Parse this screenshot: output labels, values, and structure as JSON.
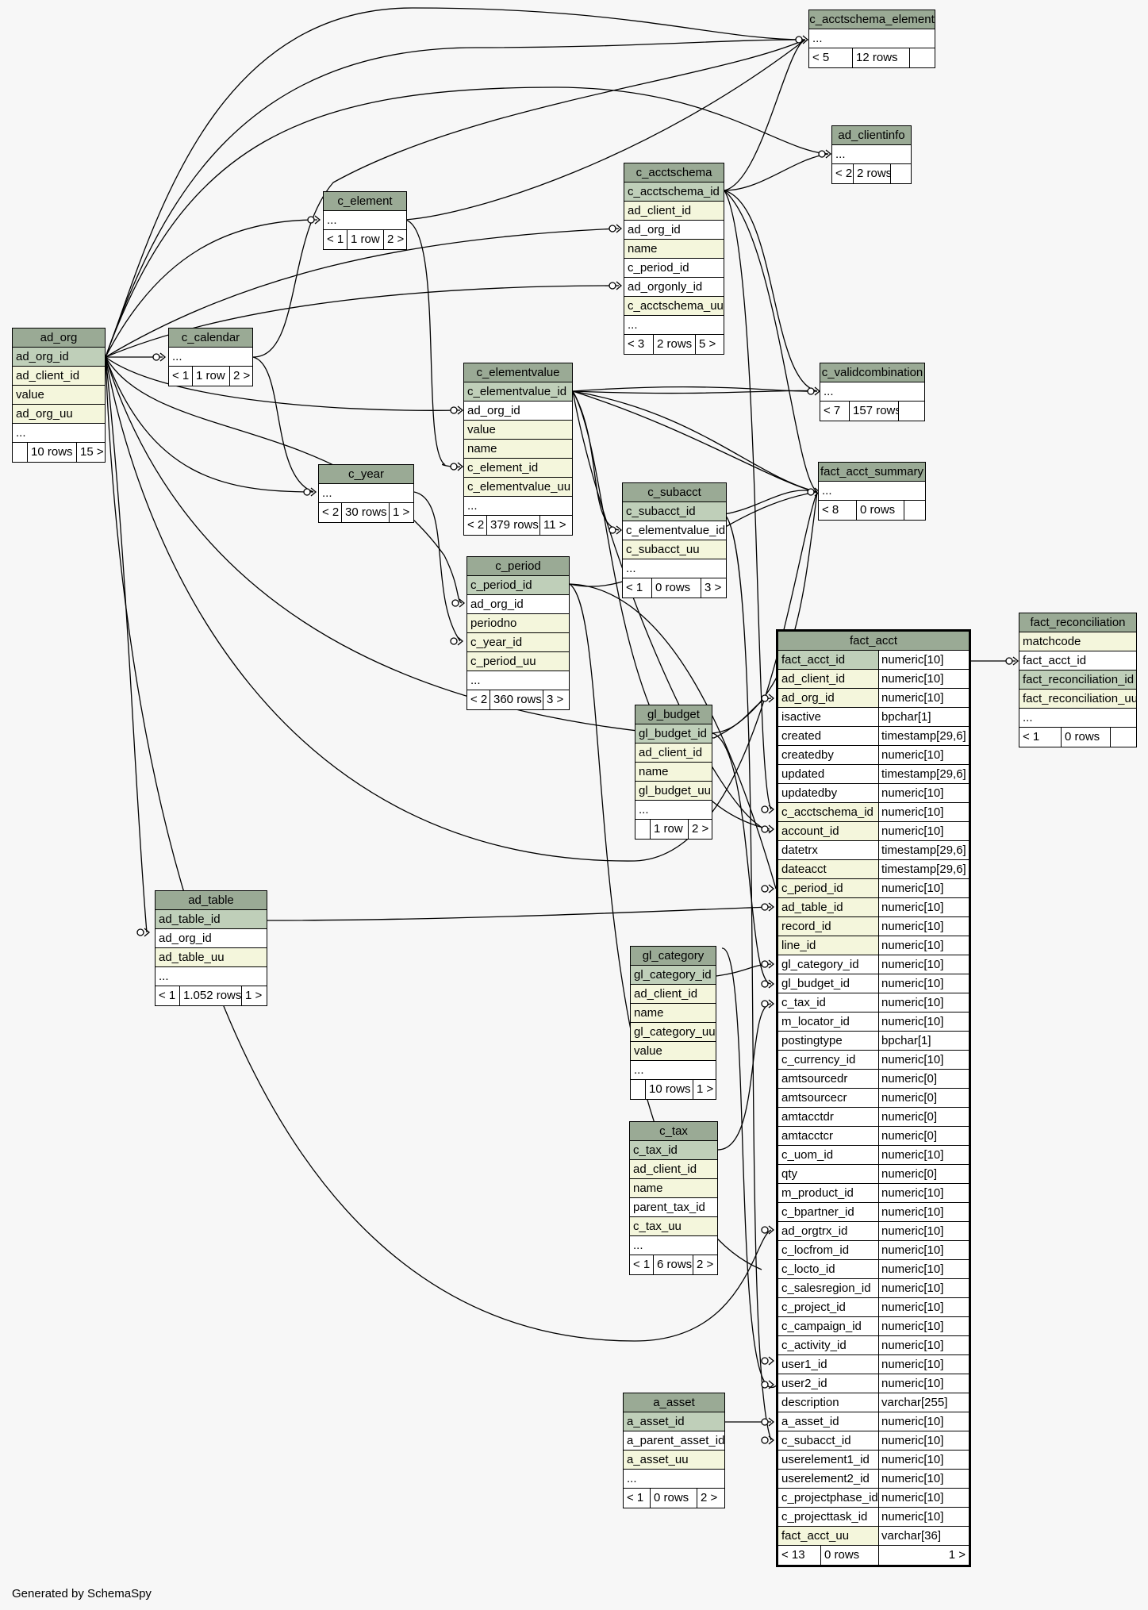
{
  "footer": "Generated by SchemaSpy",
  "colors": {
    "header": "#9aaa95",
    "pk": "#bfcfb9",
    "indexed": "#f4f6dc",
    "plain": "#ffffff",
    "background": "#f7f7f7"
  },
  "tables": {
    "c_acctschema_element": {
      "title": "c_acctschema_element",
      "rows": [
        "..."
      ],
      "footer": [
        "< 5",
        "12 rows",
        ""
      ]
    },
    "ad_clientinfo": {
      "title": "ad_clientinfo",
      "rows": [
        "..."
      ],
      "footer": [
        "< 2",
        "2 rows",
        ""
      ]
    },
    "c_acctschema": {
      "title": "c_acctschema",
      "rows": [
        "c_acctschema_id",
        "ad_client_id",
        "ad_org_id",
        "name",
        "c_period_id",
        "ad_orgonly_id",
        "c_acctschema_uu",
        "..."
      ],
      "footer": [
        "< 3",
        "2 rows",
        "5 >"
      ]
    },
    "c_element": {
      "title": "c_element",
      "rows": [
        "..."
      ],
      "footer": [
        "< 1",
        "1 row",
        "2 >"
      ]
    },
    "ad_org": {
      "title": "ad_org",
      "rows": [
        "ad_org_id",
        "ad_client_id",
        "value",
        "ad_org_uu",
        "..."
      ],
      "footer": [
        "",
        "10 rows",
        "15 >"
      ]
    },
    "c_calendar": {
      "title": "c_calendar",
      "rows": [
        "..."
      ],
      "footer": [
        "< 1",
        "1 row",
        "2 >"
      ]
    },
    "c_elementvalue": {
      "title": "c_elementvalue",
      "rows": [
        "c_elementvalue_id",
        "ad_org_id",
        "value",
        "name",
        "c_element_id",
        "c_elementvalue_uu",
        "..."
      ],
      "footer": [
        "< 2",
        "379 rows",
        "11 >"
      ]
    },
    "c_validcombination": {
      "title": "c_validcombination",
      "rows": [
        "..."
      ],
      "footer": [
        "< 7",
        "157 rows",
        ""
      ]
    },
    "fact_acct_summary": {
      "title": "fact_acct_summary",
      "rows": [
        "..."
      ],
      "footer": [
        "< 8",
        "0 rows",
        ""
      ]
    },
    "c_year": {
      "title": "c_year",
      "rows": [
        "..."
      ],
      "footer": [
        "< 2",
        "30 rows",
        "1 >"
      ]
    },
    "c_subacct": {
      "title": "c_subacct",
      "rows": [
        "c_subacct_id",
        "c_elementvalue_id",
        "c_subacct_uu",
        "..."
      ],
      "footer": [
        "< 1",
        "0 rows",
        "3 >"
      ]
    },
    "c_period": {
      "title": "c_period",
      "rows": [
        "c_period_id",
        "ad_org_id",
        "periodno",
        "c_year_id",
        "c_period_uu",
        "..."
      ],
      "footer": [
        "< 2",
        "360 rows",
        "3 >"
      ]
    },
    "gl_budget": {
      "title": "gl_budget",
      "rows": [
        "gl_budget_id",
        "ad_client_id",
        "name",
        "gl_budget_uu",
        "..."
      ],
      "footer": [
        "",
        "1 row",
        "2 >"
      ]
    },
    "fact_reconciliation": {
      "title": "fact_reconciliation",
      "rows": [
        "matchcode",
        "fact_acct_id",
        "fact_reconciliation_id",
        "fact_reconciliation_uu",
        "..."
      ],
      "footer": [
        "< 1",
        "0 rows",
        ""
      ]
    },
    "ad_table": {
      "title": "ad_table",
      "rows": [
        "ad_table_id",
        "ad_org_id",
        "ad_table_uu",
        "..."
      ],
      "footer": [
        "< 1",
        "1.052 rows",
        "1 >"
      ]
    },
    "gl_category": {
      "title": "gl_category",
      "rows": [
        "gl_category_id",
        "ad_client_id",
        "name",
        "gl_category_uu",
        "value",
        "..."
      ],
      "footer": [
        "",
        "10 rows",
        "1 >"
      ]
    },
    "c_tax": {
      "title": "c_tax",
      "rows": [
        "c_tax_id",
        "ad_client_id",
        "name",
        "parent_tax_id",
        "c_tax_uu",
        "..."
      ],
      "footer": [
        "< 1",
        "6 rows",
        "2 >"
      ]
    },
    "a_asset": {
      "title": "a_asset",
      "rows": [
        "a_asset_id",
        "a_parent_asset_id",
        "a_asset_uu",
        "..."
      ],
      "footer": [
        "< 1",
        "0 rows",
        "2 >"
      ]
    },
    "fact_acct": {
      "title": "fact_acct",
      "rows": [
        [
          "fact_acct_id",
          "numeric[10]"
        ],
        [
          "ad_client_id",
          "numeric[10]"
        ],
        [
          "ad_org_id",
          "numeric[10]"
        ],
        [
          "isactive",
          "bpchar[1]"
        ],
        [
          "created",
          "timestamp[29,6]"
        ],
        [
          "createdby",
          "numeric[10]"
        ],
        [
          "updated",
          "timestamp[29,6]"
        ],
        [
          "updatedby",
          "numeric[10]"
        ],
        [
          "c_acctschema_id",
          "numeric[10]"
        ],
        [
          "account_id",
          "numeric[10]"
        ],
        [
          "datetrx",
          "timestamp[29,6]"
        ],
        [
          "dateacct",
          "timestamp[29,6]"
        ],
        [
          "c_period_id",
          "numeric[10]"
        ],
        [
          "ad_table_id",
          "numeric[10]"
        ],
        [
          "record_id",
          "numeric[10]"
        ],
        [
          "line_id",
          "numeric[10]"
        ],
        [
          "gl_category_id",
          "numeric[10]"
        ],
        [
          "gl_budget_id",
          "numeric[10]"
        ],
        [
          "c_tax_id",
          "numeric[10]"
        ],
        [
          "m_locator_id",
          "numeric[10]"
        ],
        [
          "postingtype",
          "bpchar[1]"
        ],
        [
          "c_currency_id",
          "numeric[10]"
        ],
        [
          "amtsourcedr",
          "numeric[0]"
        ],
        [
          "amtsourcecr",
          "numeric[0]"
        ],
        [
          "amtacctdr",
          "numeric[0]"
        ],
        [
          "amtacctcr",
          "numeric[0]"
        ],
        [
          "c_uom_id",
          "numeric[10]"
        ],
        [
          "qty",
          "numeric[0]"
        ],
        [
          "m_product_id",
          "numeric[10]"
        ],
        [
          "c_bpartner_id",
          "numeric[10]"
        ],
        [
          "ad_orgtrx_id",
          "numeric[10]"
        ],
        [
          "c_locfrom_id",
          "numeric[10]"
        ],
        [
          "c_locto_id",
          "numeric[10]"
        ],
        [
          "c_salesregion_id",
          "numeric[10]"
        ],
        [
          "c_project_id",
          "numeric[10]"
        ],
        [
          "c_campaign_id",
          "numeric[10]"
        ],
        [
          "c_activity_id",
          "numeric[10]"
        ],
        [
          "user1_id",
          "numeric[10]"
        ],
        [
          "user2_id",
          "numeric[10]"
        ],
        [
          "description",
          "varchar[255]"
        ],
        [
          "a_asset_id",
          "numeric[10]"
        ],
        [
          "c_subacct_id",
          "numeric[10]"
        ],
        [
          "userelement1_id",
          "numeric[10]"
        ],
        [
          "userelement2_id",
          "numeric[10]"
        ],
        [
          "c_projectphase_id",
          "numeric[10]"
        ],
        [
          "c_projecttask_id",
          "numeric[10]"
        ],
        [
          "fact_acct_uu",
          "varchar[36]"
        ]
      ],
      "footer": [
        "< 13",
        "0 rows",
        "1 >"
      ]
    }
  }
}
